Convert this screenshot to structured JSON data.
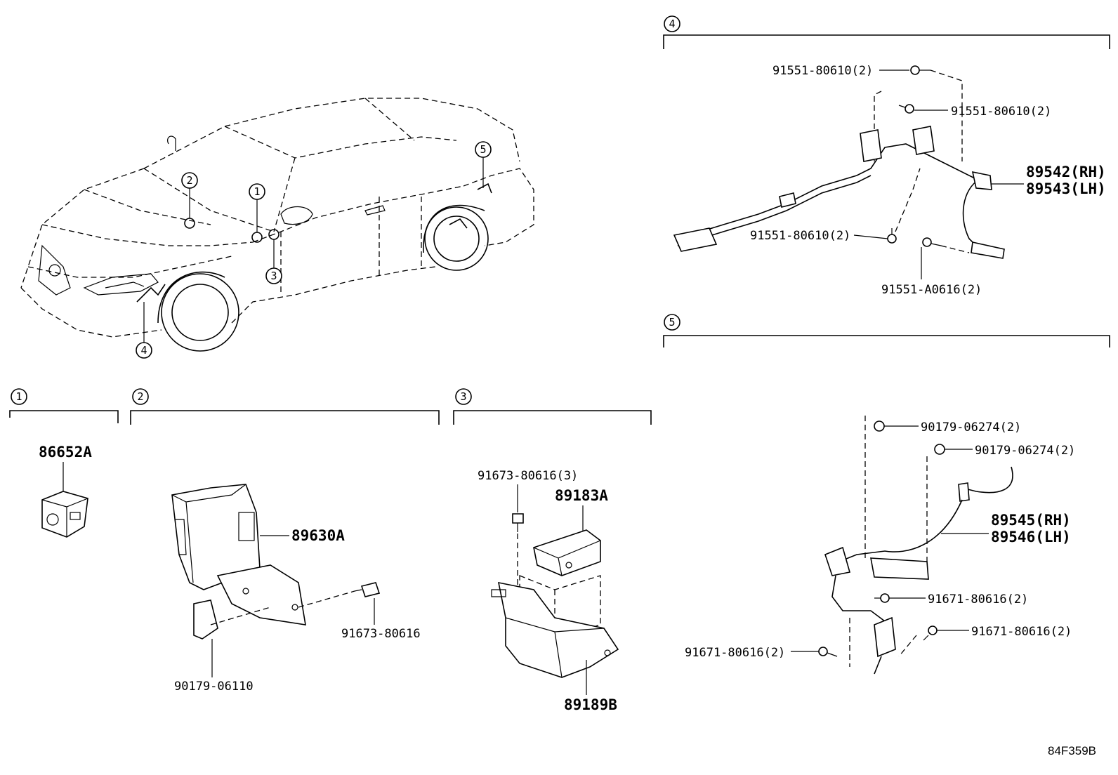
{
  "diagram_code": "84F359B",
  "overview": {
    "callouts": [
      "1",
      "2",
      "3",
      "4",
      "5"
    ]
  },
  "sections": [
    {
      "number": "1",
      "parts": [
        "86652A"
      ]
    },
    {
      "number": "2",
      "parts": [
        "89630A",
        "91673-80616",
        "90179-06110"
      ]
    },
    {
      "number": "3",
      "parts": [
        "91673-80616(3)",
        "89183A",
        "89189B"
      ]
    },
    {
      "number": "4",
      "parts": [
        "91551-80610(2)",
        "91551-80610(2)",
        "89542(RH)",
        "89543(LH)",
        "91551-80610(2)",
        "91551-A0616(2)"
      ]
    },
    {
      "number": "5",
      "parts": [
        "90179-06274(2)",
        "90179-06274(2)",
        "89545(RH)",
        "89546(LH)",
        "91671-80616(2)",
        "91671-80616(2)",
        "91671-80616(2)"
      ]
    }
  ]
}
